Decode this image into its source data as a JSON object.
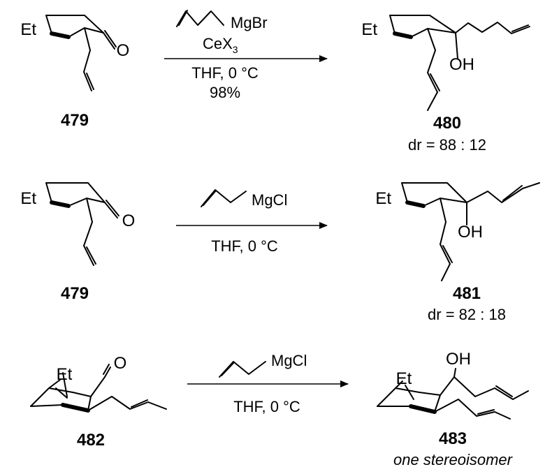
{
  "reactions": [
    {
      "substrate": {
        "number": "479",
        "substituent": "Et",
        "carbonyl": "O"
      },
      "reagent": {
        "name": "MgBr",
        "additive": "CeX",
        "additive_sub": "3"
      },
      "conditions": {
        "solvent": "THF, 0 °C",
        "yield": "98%"
      },
      "product": {
        "number": "480",
        "substituent": "Et",
        "hydroxyl": "OH",
        "dr": "dr = 88 : 12"
      }
    },
    {
      "substrate": {
        "number": "479",
        "substituent": "Et",
        "carbonyl": "O"
      },
      "reagent": {
        "name": "MgCl"
      },
      "conditions": {
        "solvent": "THF, 0 °C"
      },
      "product": {
        "number": "481",
        "substituent": "Et",
        "hydroxyl": "OH",
        "dr": "dr = 82 : 18"
      }
    },
    {
      "substrate": {
        "number": "482",
        "substituent": "Et",
        "carbonyl": "O"
      },
      "reagent": {
        "name": "MgCl"
      },
      "conditions": {
        "solvent": "THF, 0 °C"
      },
      "product": {
        "number": "483",
        "substituent": "Et",
        "hydroxyl": "OH",
        "note": "one stereoisomer"
      }
    }
  ]
}
